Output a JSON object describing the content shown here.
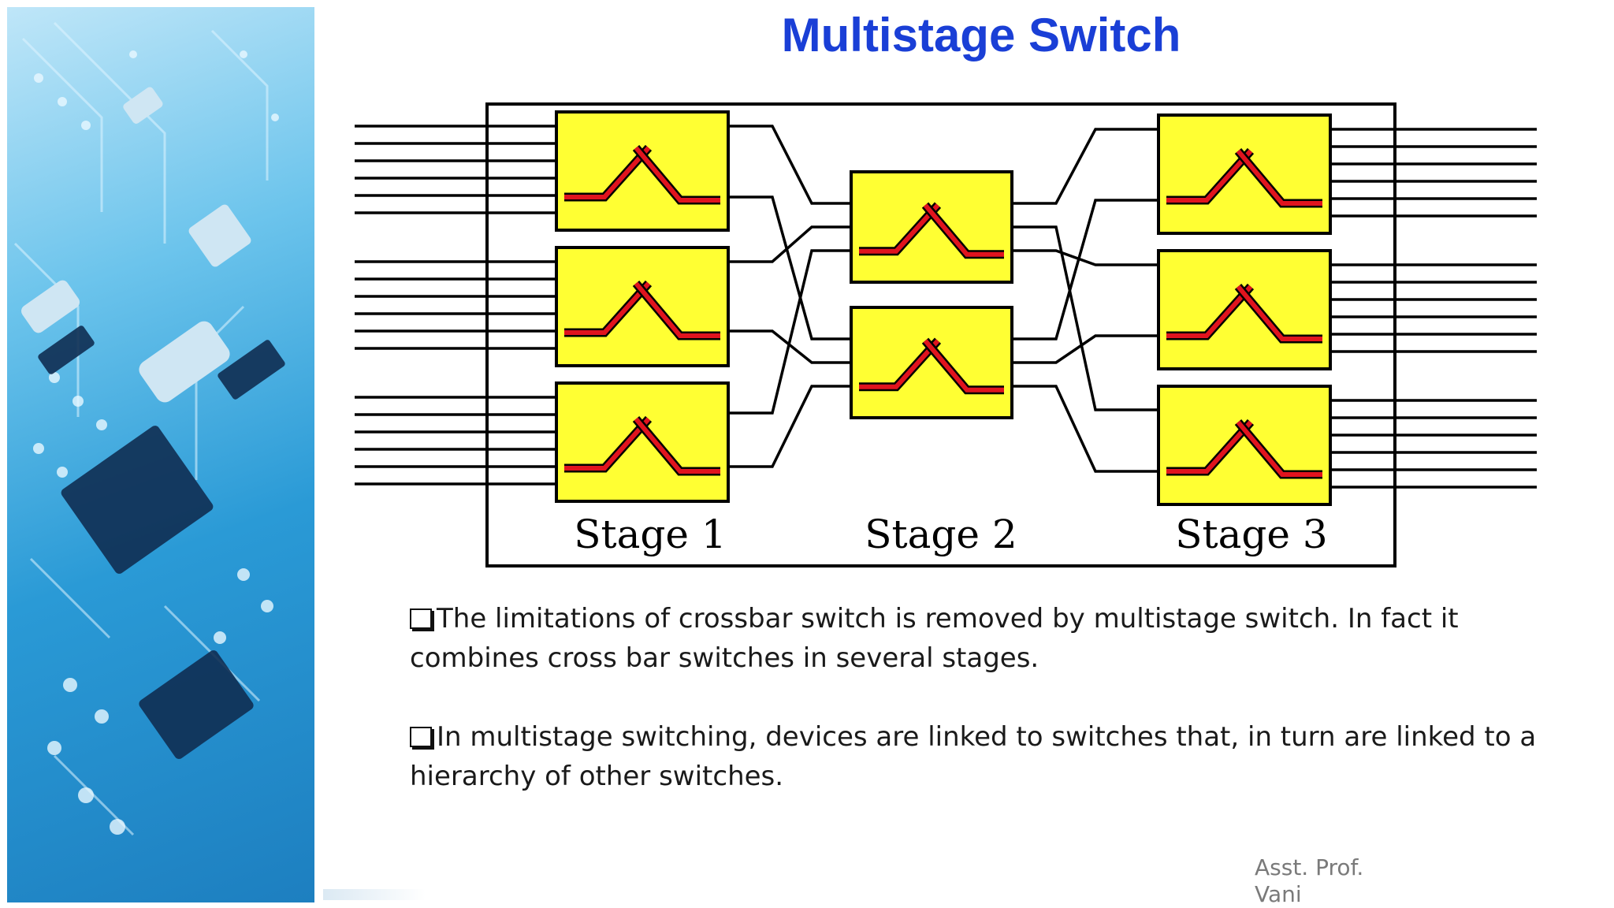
{
  "slide": {
    "title": "Multistage Switch",
    "paragraphs": [
      "The limitations of crossbar switch is removed by multistage switch. In fact it combines cross bar switches in several stages.",
      "In multistage switching, devices are linked to switches that, in turn are linked to a hierarchy of other switches."
    ],
    "author_line1": "Asst. Prof.",
    "author_line2": "Vani"
  },
  "diagram": {
    "stage_labels": [
      "Stage 1",
      "Stage 2",
      "Stage 3"
    ],
    "colors": {
      "switch_fill": "#ffff33",
      "switch_symbol": "#e0141e",
      "line": "#000000",
      "title": "#1a3fd6",
      "background_image": "#2a9ad6"
    }
  }
}
